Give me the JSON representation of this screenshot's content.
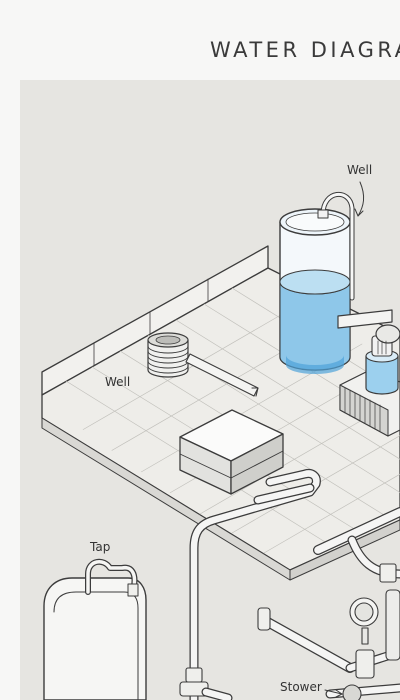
{
  "diagram": {
    "title": "WATER DIAGRA",
    "labels": {
      "well_top": "Well",
      "well_left": "Well",
      "tap": "Tap",
      "shower": "Stower"
    },
    "colors": {
      "water": "#7dbfe6",
      "water_dark": "#4fa3d8",
      "panel": "#e6e5e1",
      "tile": "#eeede9",
      "stroke": "#3c3c3c"
    }
  }
}
